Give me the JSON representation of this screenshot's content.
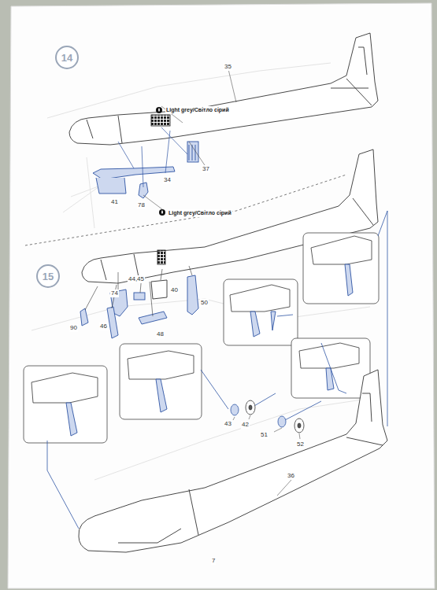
{
  "diagram": {
    "nodes": [
      {
        "text": [
          "14"
        ]
      },
      {
        "text": [
          "15"
        ]
      }
    ],
    "labels": [
      "35",
      "Light grey/Світло сірий",
      "37",
      "34",
      "41",
      "78",
      "Light grey/Світло сірий",
      "44,45",
      "40",
      "74",
      "50",
      "90",
      "46",
      "48",
      "43",
      "42",
      "51",
      "52",
      "36",
      "7"
    ]
  }
}
